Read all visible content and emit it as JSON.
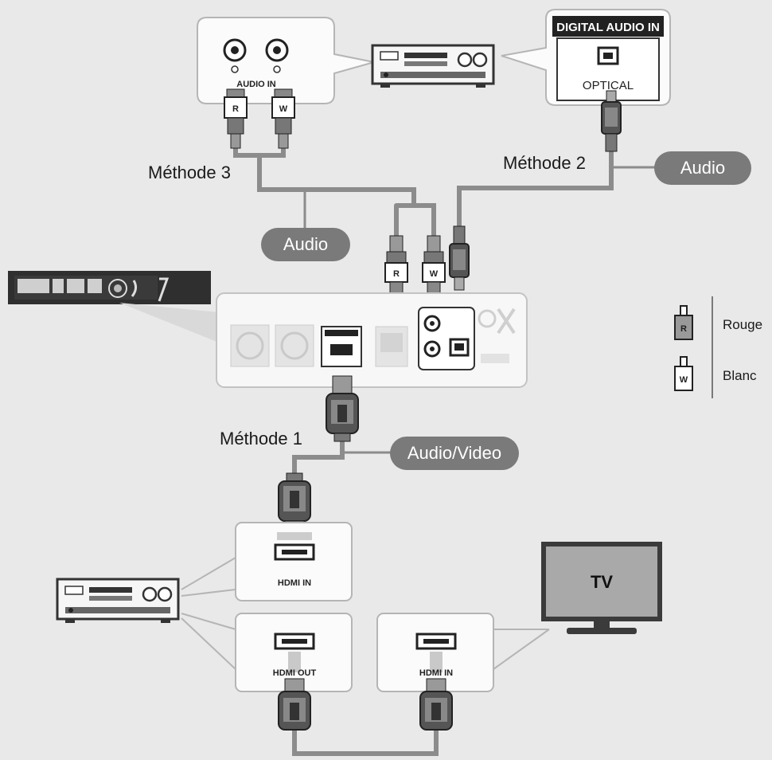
{
  "methods": {
    "m1": "Méthode 1",
    "m2": "Méthode 2",
    "m3": "Méthode 3"
  },
  "pills": {
    "audio_top_right": "Audio",
    "audio_left": "Audio",
    "audio_video": "Audio/Video"
  },
  "panels": {
    "audio_in": "AUDIO IN",
    "digital_audio_in": "DIGITAL AUDIO IN",
    "optical": "OPTICAL",
    "hdmi_in_receiver": "HDMI IN",
    "hdmi_out": "HDMI OUT",
    "hdmi_in_tv": "HDMI IN",
    "tv": "TV"
  },
  "plugs": {
    "red_letter": "R",
    "white_letter": "W"
  },
  "legend": {
    "rouge_letter": "R",
    "rouge": "Rouge",
    "blanc_letter": "W",
    "blanc": "Blanc"
  },
  "colors": {
    "background": "#e9e9e9",
    "pill": "#7a7a7a",
    "cable": "#8c8c8c",
    "panel": "#fbfbfb",
    "device": "#3a3a3a"
  }
}
